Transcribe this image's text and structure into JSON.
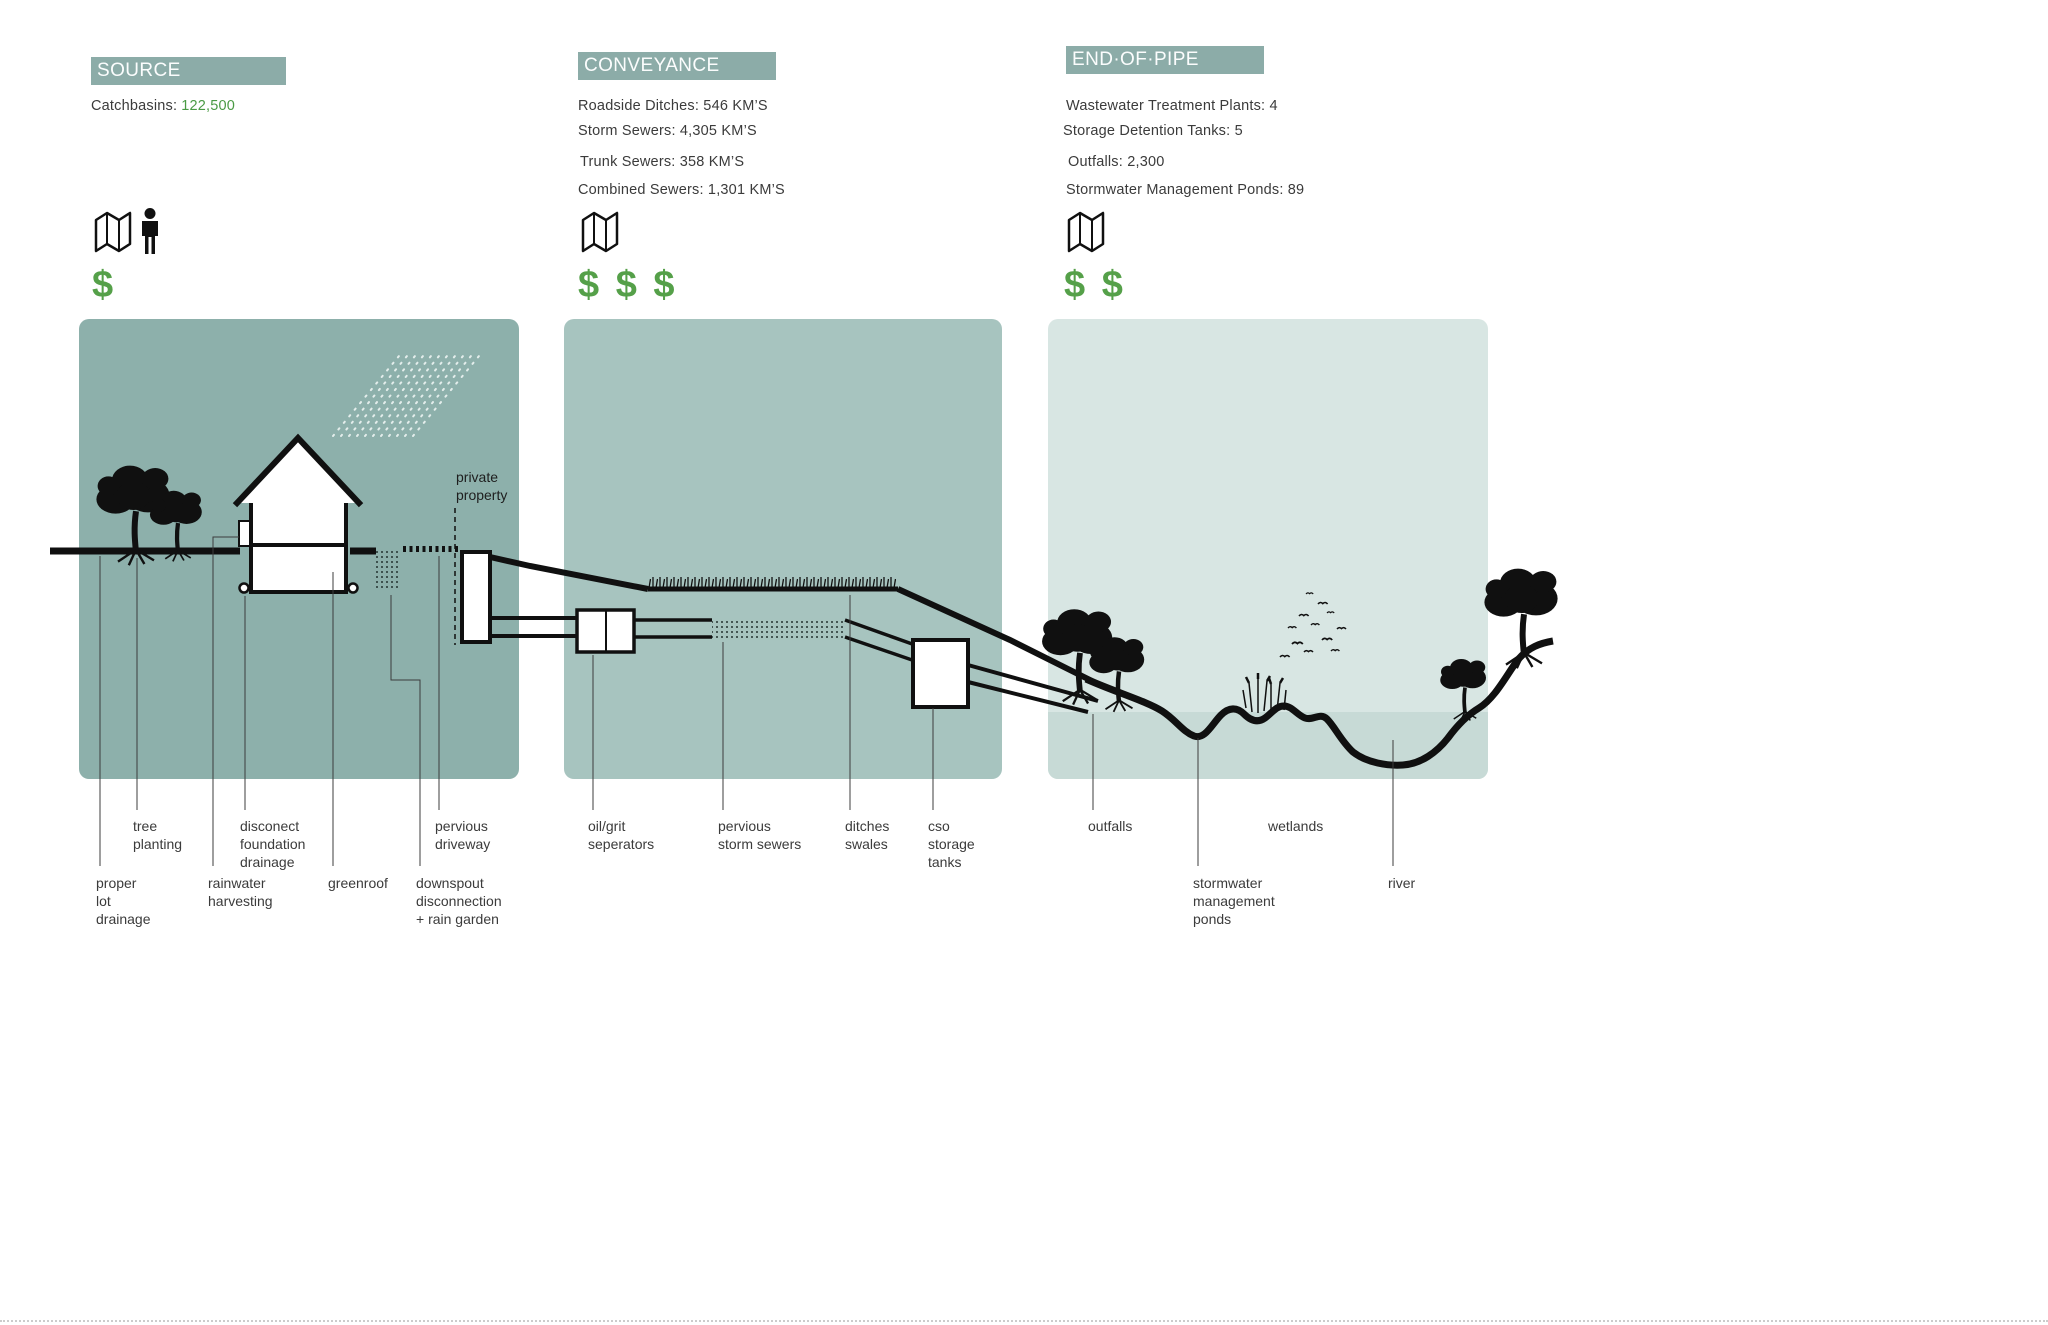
{
  "colors": {
    "header_bg": "#8caca8",
    "panel_source": "#8db0ab",
    "panel_conveyance": "#a7c4bf",
    "panel_endofpipe": "#d8e6e3",
    "water": "#c7dad6",
    "green_accent": "#4a9a44",
    "text": "#3b3b3b"
  },
  "sections": {
    "source": {
      "title": "SOURCE",
      "stat_label": "Catchbasins:",
      "stat_value": "122,500",
      "cost": "$",
      "icons": [
        "map-icon",
        "person-icon"
      ]
    },
    "conveyance": {
      "title": "CONVEYANCE",
      "stats": [
        "Roadside Ditches: 546 KM’S",
        "Storm Sewers: 4,305 KM’S",
        "Trunk Sewers: 358 KM’S",
        "Combined Sewers: 1,301 KM’S"
      ],
      "cost": "$ $ $",
      "icons": [
        "map-icon"
      ]
    },
    "end_of_pipe": {
      "title": "END·OF·PIPE",
      "stats": [
        "Wastewater Treatment Plants: 4",
        "Storage Detention Tanks: 5",
        "Outfalls: 2,300",
        "Stormwater Management Ponds: 89"
      ],
      "cost": "$ $",
      "icons": [
        "map-icon"
      ]
    }
  },
  "annotations": {
    "private_property": "private\nproperty"
  },
  "labels": {
    "tree_planting": "tree\nplanting",
    "proper_lot_drainage": "proper\nlot\ndrainage",
    "disconnect_foundation_drainage": "disconect\nfoundation\ndrainage",
    "rainwater_harvesting": "rainwater\nharvesting",
    "greenroof": "greenroof",
    "downspout_disconnection": "downspout\ndisconnection\n+ rain garden",
    "pervious_driveway": "pervious\ndriveway",
    "oil_grit_seperators": "oil/grit\nseperators",
    "pervious_storm_sewers": "pervious\nstorm sewers",
    "ditches_swales": "ditches\nswales",
    "cso_storage_tanks": "cso\nstorage\ntanks",
    "outfalls": "outfalls",
    "wetlands": "wetlands",
    "stormwater_management_ponds": "stormwater\nmanagement\nponds",
    "river": "river"
  }
}
